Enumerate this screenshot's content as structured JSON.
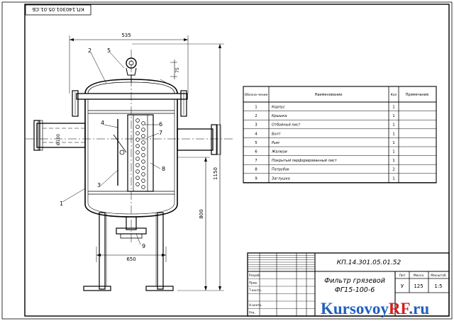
{
  "stamp_top": "КП.140301.05.01.СБ",
  "dims": {
    "width_top": "535",
    "height_total": "1150",
    "height_mid": "800",
    "width_bottom": "650",
    "dn_inlet": "Ø100",
    "r_eye": "75"
  },
  "callouts": [
    "1",
    "2",
    "3",
    "4",
    "5",
    "6",
    "7",
    "8",
    "9"
  ],
  "spec": {
    "headers": [
      "Обозна-чение",
      "Наименование",
      "Кол",
      "Примечание"
    ],
    "rows": [
      {
        "pos": "1",
        "name": "Корпус",
        "qty": "1"
      },
      {
        "pos": "2",
        "name": "Крышка",
        "qty": "1"
      },
      {
        "pos": "3",
        "name": "Отбойный лист",
        "qty": "1"
      },
      {
        "pos": "4",
        "name": "Болт",
        "qty": "1"
      },
      {
        "pos": "5",
        "name": "Рым",
        "qty": "1"
      },
      {
        "pos": "6",
        "name": "Жалюзи",
        "qty": "1"
      },
      {
        "pos": "7",
        "name": "Покрытый перфорированный лист",
        "qty": "1"
      },
      {
        "pos": "8",
        "name": "Патрубок",
        "qty": "2"
      },
      {
        "pos": "9",
        "name": "Заглушка",
        "qty": "1"
      }
    ]
  },
  "title_block": {
    "code": "КП.14.301.05.01.52",
    "name_line1": "Фильтр грязевой",
    "name_line2": "ФГ15-100-6",
    "col_lit": "Лит",
    "col_mass": "Масса",
    "col_scale": "Масштаб",
    "lit_value": "У",
    "mass_value": "125",
    "scale_value": "1:5",
    "sign_rows": [
      "Разраб.",
      "Пров.",
      "Т.контр.",
      "",
      "Н.контр.",
      "Утв."
    ]
  },
  "watermark": {
    "part1": "Kursovoy",
    "part2": "RF",
    "part3": ".ru"
  }
}
